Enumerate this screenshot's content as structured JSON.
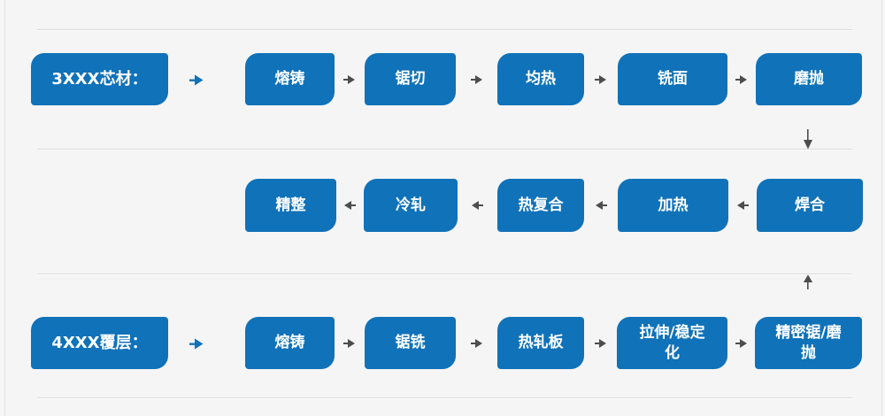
{
  "diagram": {
    "name": "brazing-sheet-production-process-flow",
    "rows": [
      {
        "label": "3XXX芯材：",
        "direction": "left-to-right",
        "steps": [
          "熔铸",
          "锯切",
          "均热",
          "铣面",
          "磨抛"
        ]
      },
      {
        "direction": "right-to-left",
        "steps": [
          "精整",
          "冷轧",
          "热复合",
          "加热",
          "焊合"
        ]
      },
      {
        "label": "4XXX覆层：",
        "direction": "left-to-right",
        "steps": [
          "熔铸",
          "锯铣",
          "热轧板",
          [
            "拉伸/稳定",
            "化"
          ],
          [
            "精密锯/磨",
            "抛"
          ]
        ]
      }
    ],
    "connectors": {
      "row1_to_row2": "arrow-down",
      "row3_to_row2": "arrow-up"
    }
  },
  "icons": {
    "arrow-right": "▶",
    "arrow-left": "◀",
    "arrow-down": "↓",
    "arrow-up": "↑"
  },
  "colors": {
    "box_blue": "#1072b9",
    "arrow_gray": "#4d4d4d",
    "arrow_blue": "#1072b9",
    "line_gray": "#dbdbdb",
    "border_gray": "#e3e3e3",
    "background": "#f5f5f5",
    "text_white": "#ffffff"
  }
}
